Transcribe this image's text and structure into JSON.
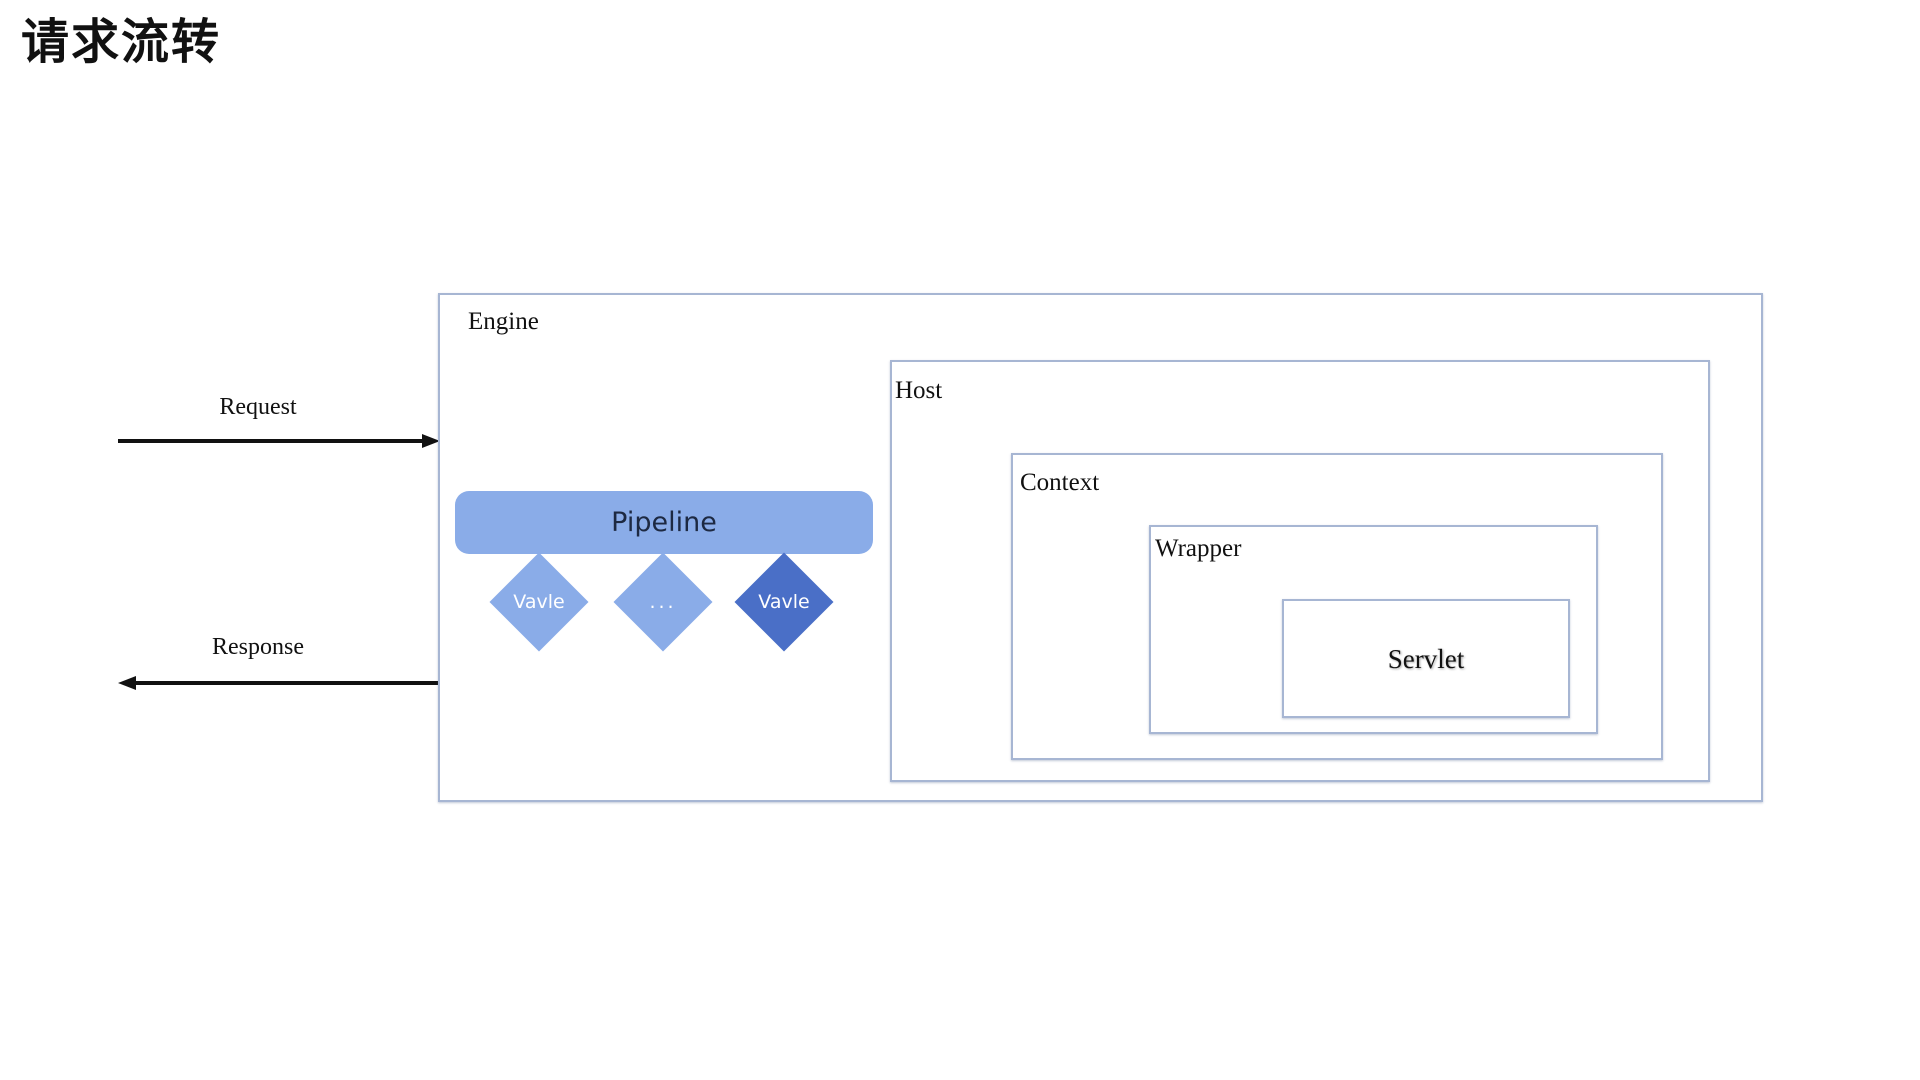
{
  "title": "请求流转",
  "flows": {
    "request": "Request",
    "response": "Response"
  },
  "engine": {
    "label": "Engine"
  },
  "host": {
    "label": "Host"
  },
  "context": {
    "label": "Context"
  },
  "wrapper": {
    "label": "Wrapper"
  },
  "servlet": {
    "label": "Servlet"
  },
  "pipeline": {
    "label": "Pipeline",
    "valves": [
      {
        "label": "Vavle",
        "shade": "light"
      },
      {
        "label": "...",
        "shade": "light"
      },
      {
        "label": "Vavle",
        "shade": "dark"
      }
    ]
  },
  "colors": {
    "box_border": "#a7b6d3",
    "pipeline": "#8aace8",
    "valve_light": "#8aace8",
    "valve_dark": "#4a6fc7",
    "arrow": "#111111"
  }
}
